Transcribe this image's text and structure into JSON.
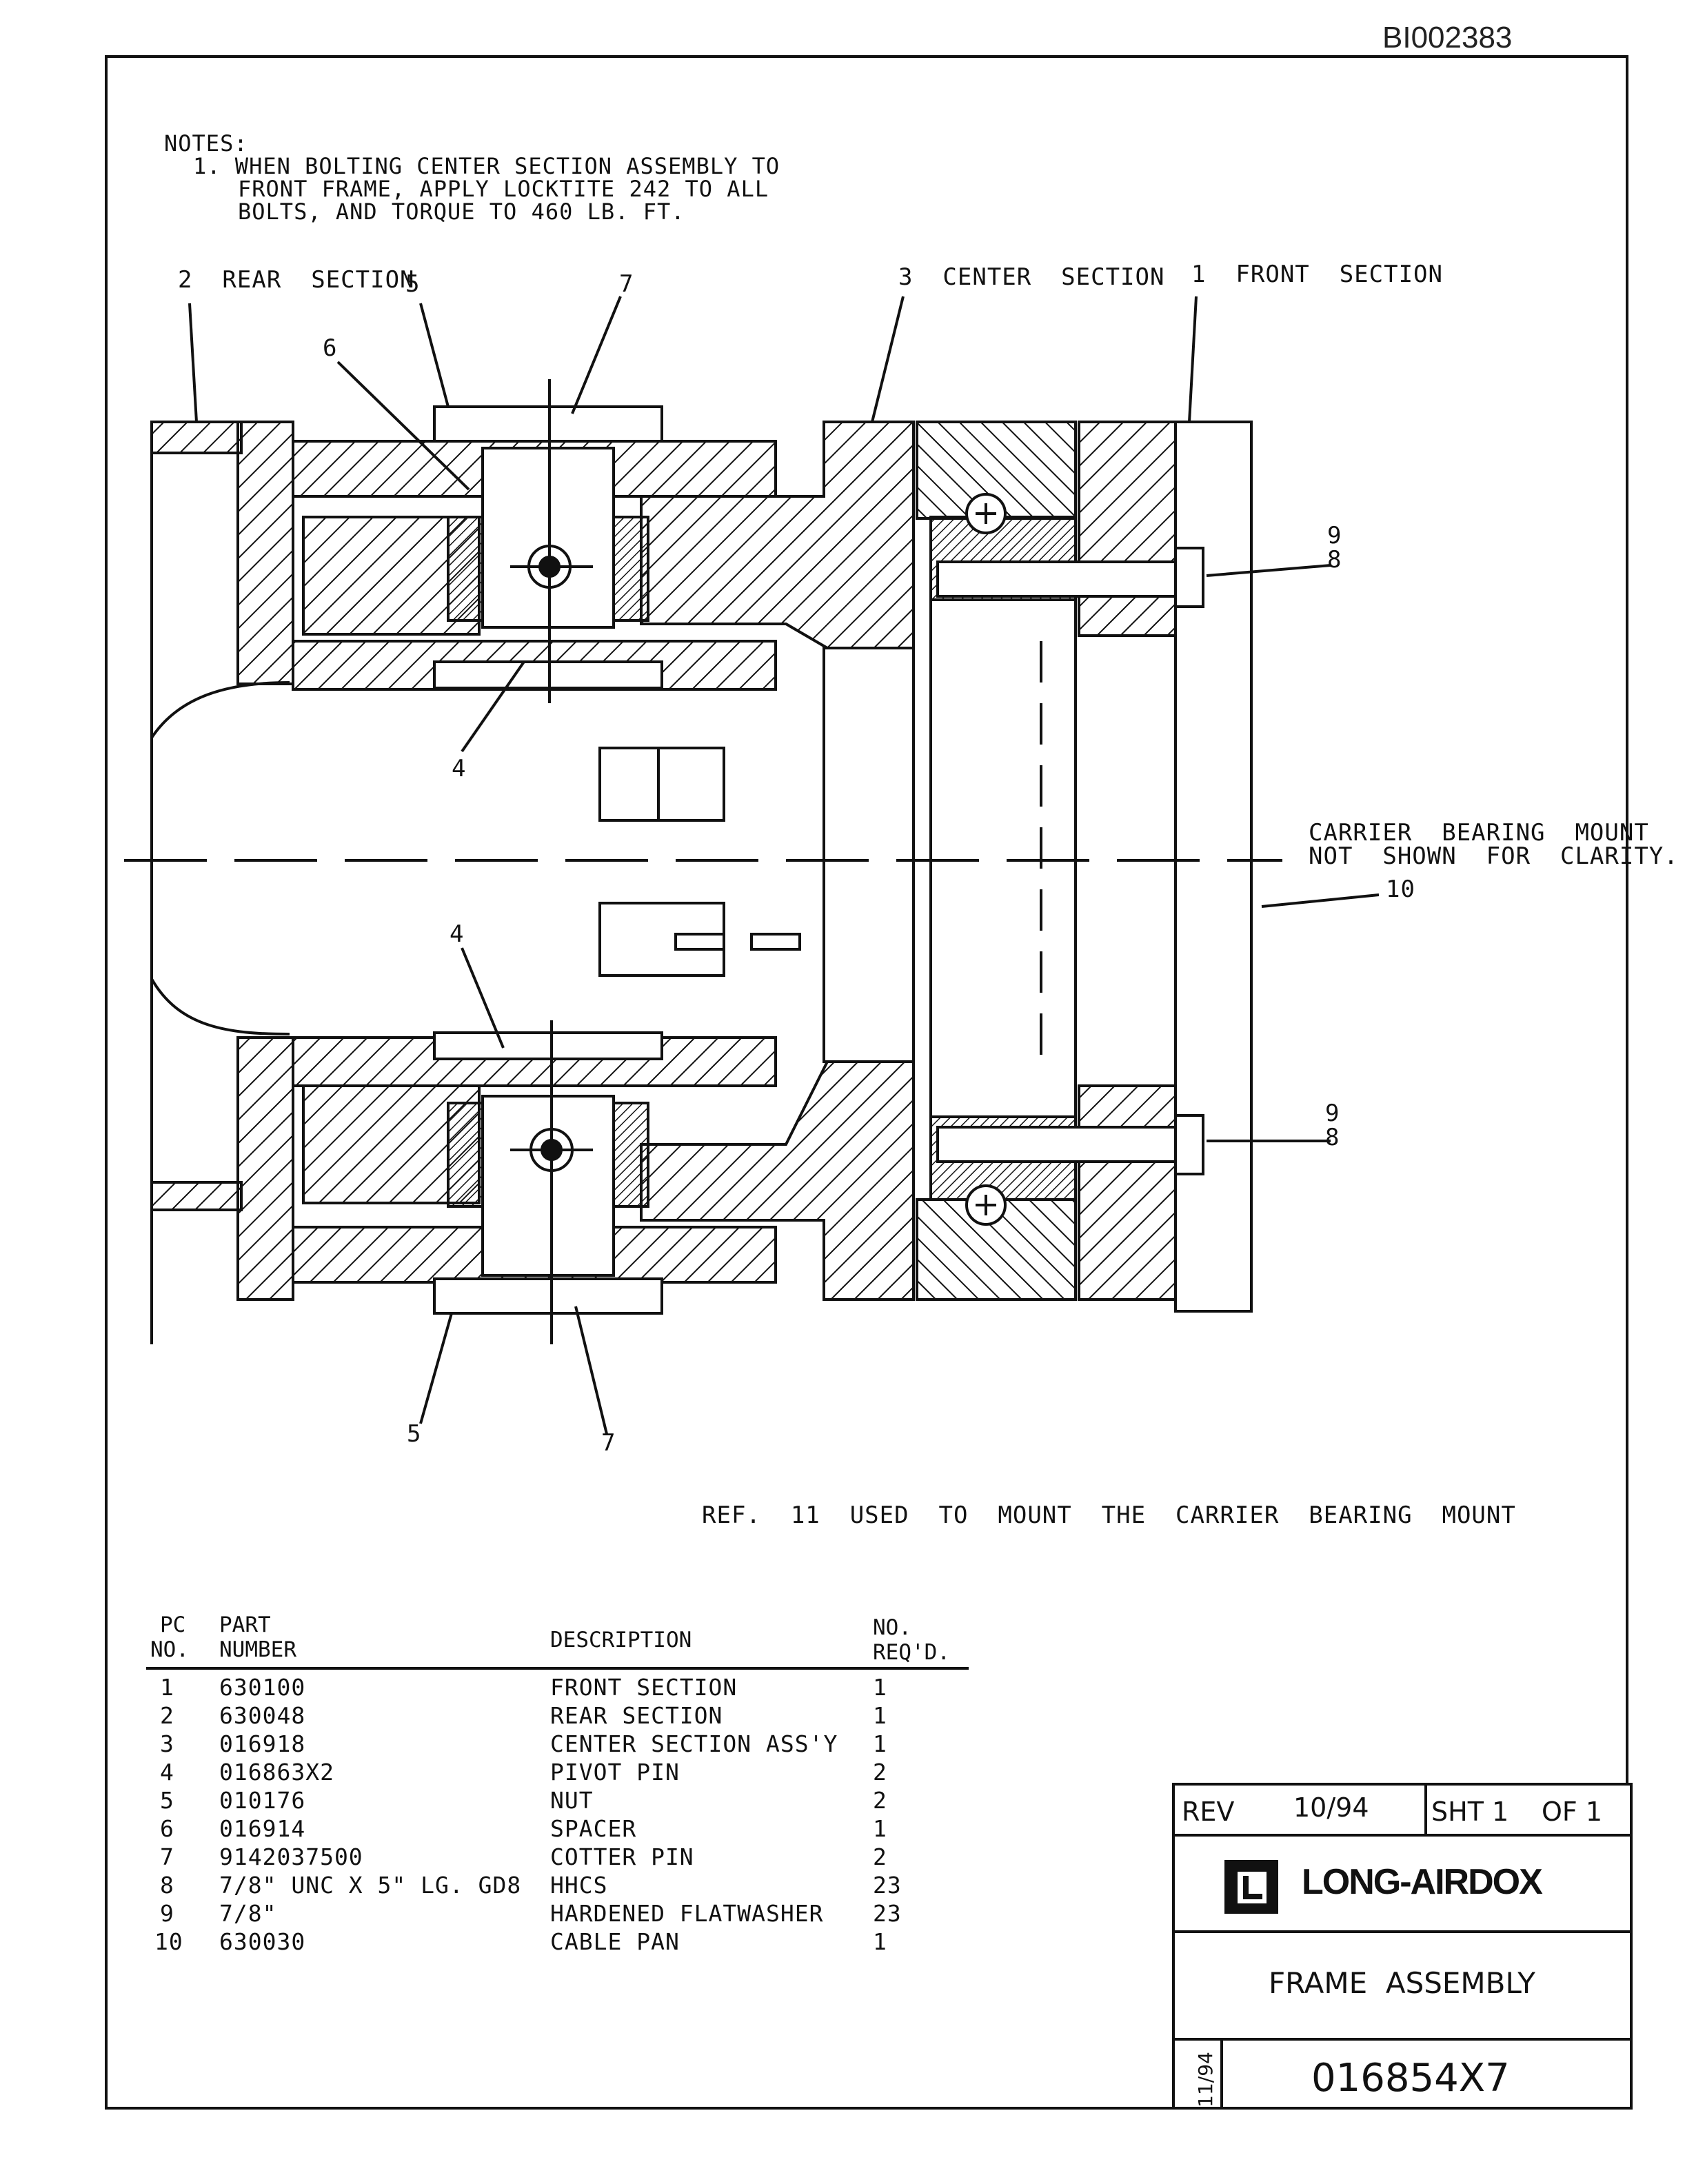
{
  "document_id": "BI002383",
  "notes": {
    "heading": "NOTES:",
    "item_1_line_1": "1. WHEN BOLTING CENTER SECTION ASSEMBLY TO",
    "item_1_line_2": "FRONT FRAME, APPLY LOCKTITE 242 TO ALL",
    "item_1_line_3": "BOLTS, AND TORQUE TO 460 LB. FT."
  },
  "callouts": {
    "rear_section": "2  REAR  SECTION",
    "center_section": "3  CENTER  SECTION",
    "front_section": "1  FRONT  SECTION",
    "c5_top": "5",
    "c7_top": "7",
    "c6": "6",
    "c4_top": "4",
    "c4_bottom": "4",
    "c9_top": "9",
    "c8_top": "8",
    "c9_bottom": "9",
    "c8_bottom": "8",
    "c5_bottom": "5",
    "c7_bottom": "7",
    "c10": "10",
    "carrier_line_1": "CARRIER  BEARING  MOUNT",
    "carrier_line_2": "NOT  SHOWN  FOR  CLARITY.",
    "ref_note": "REF.  11  USED  TO  MOUNT  THE  CARRIER  BEARING  MOUNT"
  },
  "bom": {
    "headers": {
      "pc_line_1": "PC",
      "pc_line_2": "NO.",
      "part_line_1": "PART",
      "part_line_2": "NUMBER",
      "description": "DESCRIPTION",
      "qty_line_1": "NO.",
      "qty_line_2": "REQ'D."
    },
    "rows": [
      {
        "pc": "1",
        "part": "630100",
        "desc": "FRONT SECTION",
        "qty": "1"
      },
      {
        "pc": "2",
        "part": "630048",
        "desc": "REAR SECTION",
        "qty": "1"
      },
      {
        "pc": "3",
        "part": "016918",
        "desc": "CENTER SECTION ASS'Y",
        "qty": "1"
      },
      {
        "pc": "4",
        "part": "016863X2",
        "desc": "PIVOT PIN",
        "qty": "2"
      },
      {
        "pc": "5",
        "part": "010176",
        "desc": "NUT",
        "qty": "2"
      },
      {
        "pc": "6",
        "part": "016914",
        "desc": "SPACER",
        "qty": "1"
      },
      {
        "pc": "7",
        "part": "9142037500",
        "desc": "COTTER PIN",
        "qty": "2"
      },
      {
        "pc": "8",
        "part": "7/8\" UNC X 5\" LG. GD8",
        "desc": "HHCS",
        "qty": "23"
      },
      {
        "pc": "9",
        "part": "7/8\"",
        "desc": "HARDENED FLATWASHER",
        "qty": "23"
      },
      {
        "pc": "10",
        "part": "630030",
        "desc": "CABLE PAN",
        "qty": "1"
      }
    ]
  },
  "title_block": {
    "rev_label": "REV",
    "rev_date": "10/94",
    "sheet": "SHT 1",
    "of": "OF 1",
    "company": "LONG-AIRDOX",
    "title": "FRAME  ASSEMBLY",
    "date_vertical": "11/94",
    "drawing_number": "016854X7"
  }
}
